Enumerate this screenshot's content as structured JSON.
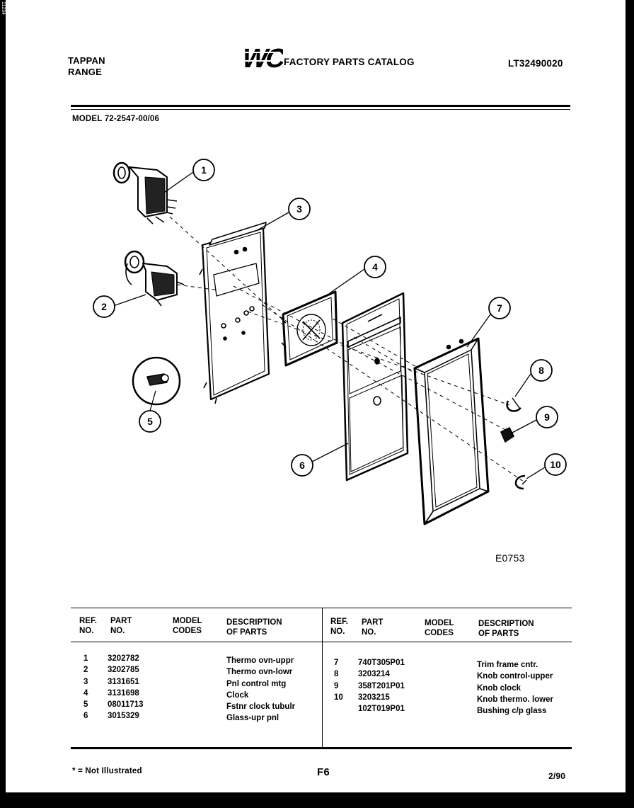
{
  "side_text": "11234",
  "header": {
    "brand_line1": "TAPPAN",
    "brand_line2": "RANGE",
    "logo_text": "WCI",
    "catalog_title": "FACTORY PARTS CATALOG",
    "catalog_code": "LT32490020"
  },
  "model_label": "MODEL 72-2547-00/06",
  "diagram": {
    "figure_code": "E0753",
    "callouts": [
      "1",
      "2",
      "3",
      "4",
      "5",
      "6",
      "7",
      "8",
      "9",
      "10"
    ]
  },
  "table": {
    "headers": {
      "ref": "REF.\nNO.",
      "part": "PART\nNO.",
      "codes": "MODEL\nCODES",
      "desc": "DESCRIPTION\nOF PARTS"
    },
    "left": {
      "refs": "1\n2\n3\n4\n5\n6",
      "parts": "3202782\n3202785\n3131651\n3131698\n08011713\n3015329",
      "descriptions": "Thermo ovn-uppr\nThermo ovn-lowr\nPnl control mtg\nClock\nFstnr clock tubulr\nGlass-upr pnl"
    },
    "right": {
      "refs": "7\n8\n9\n10",
      "parts": "740T305P01\n3203214\n358T201P01\n3203215\n102T019P01",
      "descriptions": "Trim frame cntr.\nKnob control-upper\nKnob clock\nKnob thermo. lower\nBushing c/p glass"
    }
  },
  "footer": {
    "footnote": "* = Not Illustrated",
    "page": "F6",
    "date": "2/90"
  }
}
